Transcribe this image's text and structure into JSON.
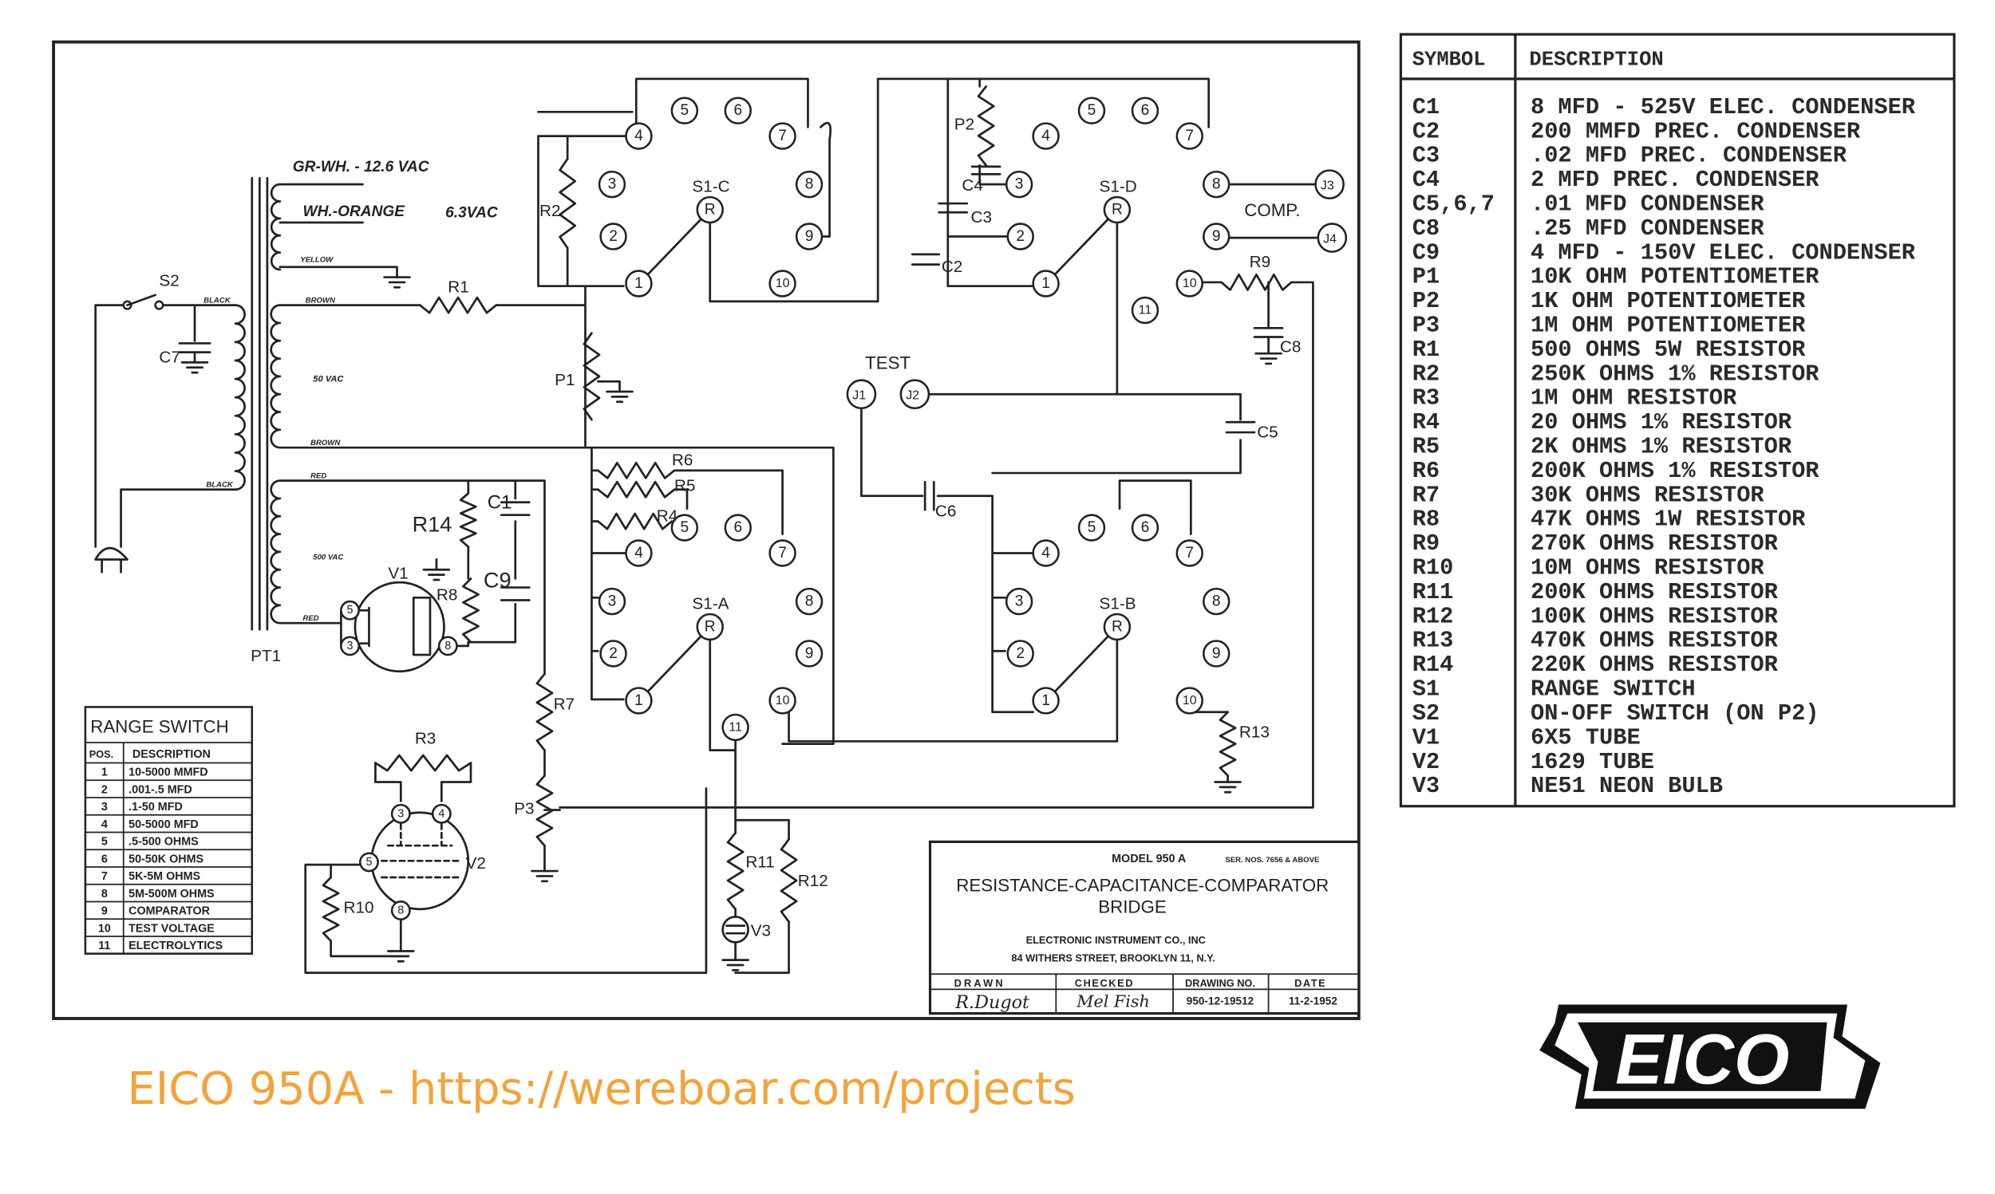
{
  "schematic": {
    "labels": {
      "R1": "R1",
      "R2": "R2",
      "R3": "R3",
      "R4": "R4",
      "R5": "R5",
      "R6": "R6",
      "R7": "R7",
      "R8": "R8",
      "R9": "R9",
      "R10": "R10",
      "R11": "R11",
      "R12": "R12",
      "R13": "R13",
      "R14": "R14",
      "P1": "P1",
      "P2": "P2",
      "P3": "P3",
      "C1": "C1",
      "C2": "C2",
      "C3": "C3",
      "C4": "C4",
      "C5": "C5",
      "C6": "C6",
      "C7": "C7",
      "C8": "C8",
      "C9": "C9",
      "V1": "V1",
      "V2": "V2",
      "V3": "V3",
      "S2": "S2",
      "PT1": "PT1",
      "J1": "J1",
      "J2": "J2",
      "J3": "J3",
      "J4": "J4",
      "test": "TEST",
      "comp": "COMP.",
      "gr_wh": "GR-WH. - 12.6 VAC",
      "wh_orange": "WH.-ORANGE",
      "v63": "6.3VAC",
      "yellow": "YELLOW",
      "brown": "BROWN",
      "brown2": "BROWN",
      "v50": "50 VAC",
      "red": "RED",
      "red2": "RED",
      "v500": "500 VAC",
      "black": "BLACK",
      "black2": "BLACK",
      "v1_pin5": "5",
      "v1_pin3": "3",
      "v1_pin8": "8",
      "v2_pin3": "3",
      "v2_pin4": "4",
      "v2_pin5": "5",
      "v2_pin8": "8",
      "R": "R"
    },
    "decks": [
      {
        "name": "S1-C",
        "terminals": [
          "1",
          "2",
          "3",
          "4",
          "5",
          "6",
          "7",
          "8",
          "9",
          "10"
        ]
      },
      {
        "name": "S1-D",
        "terminals": [
          "1",
          "2",
          "3",
          "4",
          "5",
          "6",
          "7",
          "8",
          "9",
          "10",
          "11"
        ]
      },
      {
        "name": "S1-A",
        "terminals": [
          "1",
          "2",
          "3",
          "4",
          "5",
          "6",
          "7",
          "8",
          "9",
          "10",
          "11"
        ]
      },
      {
        "name": "S1-B",
        "terminals": [
          "1",
          "2",
          "3",
          "4",
          "5",
          "6",
          "7",
          "8",
          "9",
          "10"
        ]
      }
    ]
  },
  "parts_list": {
    "headers": [
      "SYMBOL",
      "DESCRIPTION"
    ],
    "rows": [
      [
        "C1",
        "8 MFD - 525V ELEC. CONDENSER"
      ],
      [
        "C2",
        "200 MMFD PREC. CONDENSER"
      ],
      [
        "C3",
        ".02 MFD PREC. CONDENSER"
      ],
      [
        "C4",
        "2 MFD PREC. CONDENSER"
      ],
      [
        "C5,6,7",
        ".01 MFD CONDENSER"
      ],
      [
        "C8",
        ".25 MFD CONDENSER"
      ],
      [
        "C9",
        "4 MFD - 150V ELEC. CONDENSER"
      ],
      [
        "P1",
        "10K OHM POTENTIOMETER"
      ],
      [
        "P2",
        "1K OHM POTENTIOMETER"
      ],
      [
        "P3",
        "1M OHM POTENTIOMETER"
      ],
      [
        "R1",
        "500 OHMS 5W RESISTOR"
      ],
      [
        "R2",
        "250K OHMS 1% RESISTOR"
      ],
      [
        "R3",
        "1M OHM RESISTOR"
      ],
      [
        "R4",
        "20 OHMS 1% RESISTOR"
      ],
      [
        "R5",
        "2K OHMS 1% RESISTOR"
      ],
      [
        "R6",
        "200K OHMS 1% RESISTOR"
      ],
      [
        "R7",
        "30K OHMS RESISTOR"
      ],
      [
        "R8",
        "47K OHMS 1W RESISTOR"
      ],
      [
        "R9",
        "270K OHMS RESISTOR"
      ],
      [
        "R10",
        "10M OHMS RESISTOR"
      ],
      [
        "R11",
        "200K OHMS RESISTOR"
      ],
      [
        "R12",
        "100K OHMS RESISTOR"
      ],
      [
        "R13",
        "470K OHMS RESISTOR"
      ],
      [
        "R14",
        "220K OHMS RESISTOR"
      ],
      [
        "S1",
        "RANGE SWITCH"
      ],
      [
        "S2",
        "ON-OFF SWITCH (ON P2)"
      ],
      [
        "V1",
        "6X5 TUBE"
      ],
      [
        "V2",
        "1629 TUBE"
      ],
      [
        "V3",
        "NE51 NEON BULB"
      ]
    ]
  },
  "range_switch": {
    "title": "RANGE SWITCH",
    "headers": [
      "POS.",
      "DESCRIPTION"
    ],
    "rows": [
      [
        "1",
        "10-5000 MMFD"
      ],
      [
        "2",
        ".001-.5 MFD"
      ],
      [
        "3",
        ".1-50 MFD"
      ],
      [
        "4",
        "50-5000 MFD"
      ],
      [
        "5",
        ".5-500 OHMS"
      ],
      [
        "6",
        "50-50K OHMS"
      ],
      [
        "7",
        "5K-5M OHMS"
      ],
      [
        "8",
        "5M-500M OHMS"
      ],
      [
        "9",
        "COMPARATOR"
      ],
      [
        "10",
        "TEST VOLTAGE"
      ],
      [
        "11",
        "ELECTROLYTICS"
      ]
    ]
  },
  "title_block": {
    "model": "MODEL 950 A",
    "serial": "SER. NOS. 7656 & ABOVE",
    "title_line1": "RESISTANCE-CAPACITANCE-COMPARATOR",
    "title_line2": "BRIDGE",
    "company": "ELECTRONIC INSTRUMENT CO., INC",
    "address": "84 WITHERS STREET, BROOKLYN 11, N.Y.",
    "drawn_label": "DRAWN",
    "drawn_value": "R.Dugot",
    "checked_label": "CHECKED",
    "checked_value": "Mel Fish",
    "drawing_no_label": "DRAWING NO.",
    "drawing_no_value": "950-12-19512",
    "date_label": "DATE",
    "date_value": "11-2-1952"
  },
  "logo": "EICO",
  "watermark": "EICO 950A - https://wereboar.com/projects",
  "colors": {
    "watermark": "#f2a33a",
    "ink": "#222222"
  }
}
